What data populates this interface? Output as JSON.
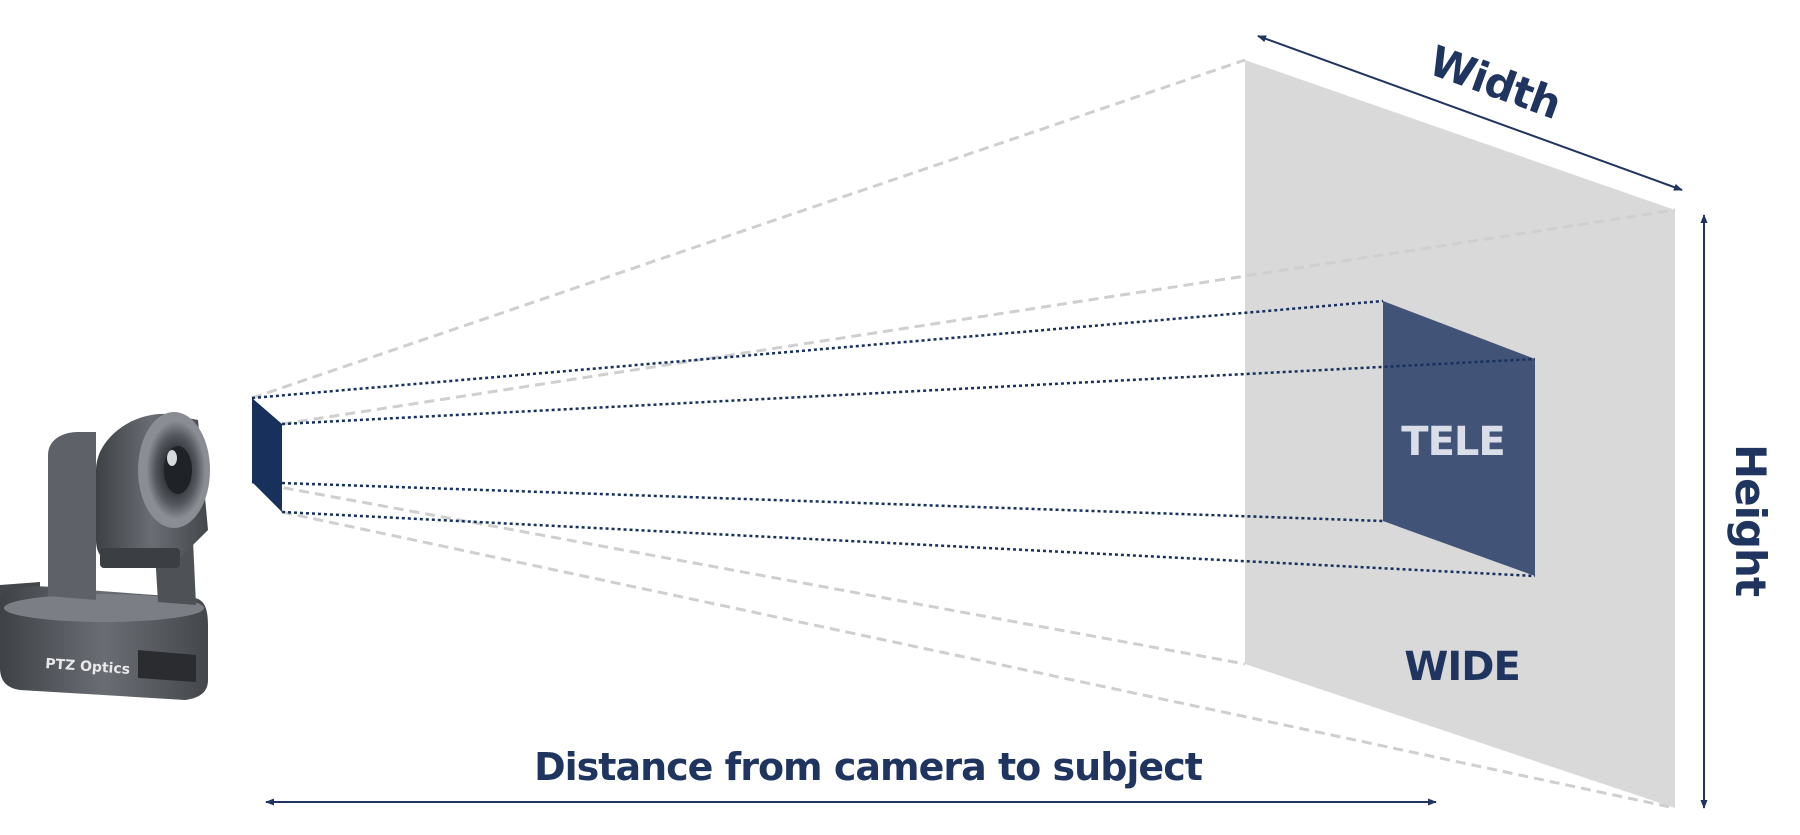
{
  "labels": {
    "width": "Width",
    "height": "Height",
    "tele": "TELE",
    "wide": "WIDE",
    "distance": "Distance from camera to subject",
    "camera_brand": "PTZ Optics"
  },
  "colors": {
    "navy": "#17305c",
    "tele_fill": "#415377",
    "wide_fill": "#d9d9d9",
    "cone_line": "#cfcfcf",
    "label_text": "#1f3560",
    "camera_body": "#5a5d63"
  },
  "icons": {
    "camera": "ptz-camera-icon"
  }
}
